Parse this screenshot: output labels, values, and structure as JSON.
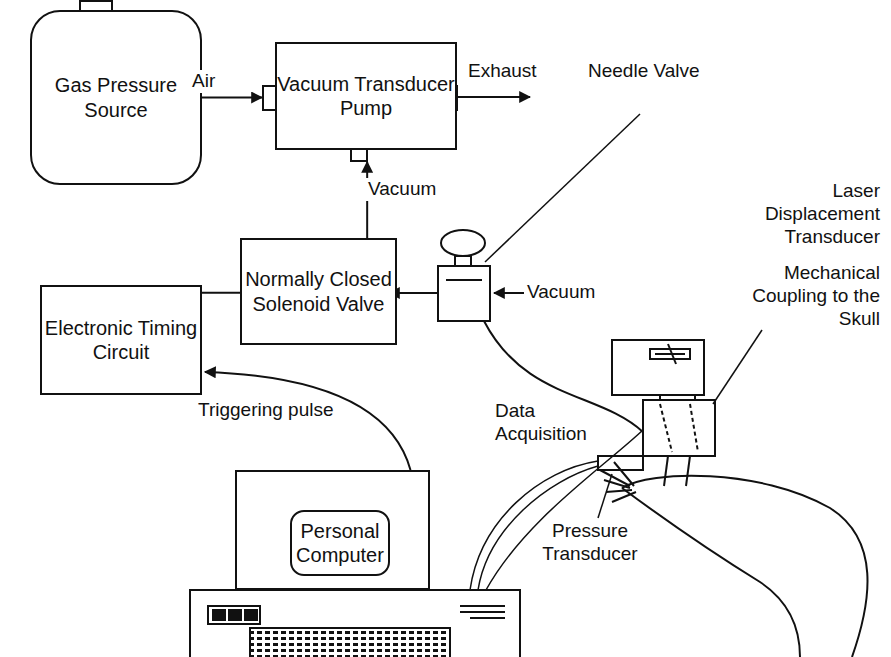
{
  "diagram": {
    "nodes": [
      {
        "text": [
          "Gas Pressure Source"
        ]
      },
      {
        "text": [
          "Vacuum Transducer Pump"
        ]
      },
      {
        "text": [
          "Normally Closed Solenoid Valve"
        ]
      },
      {
        "text": [
          "Electronic Timing Circuit"
        ]
      },
      {
        "text": [
          "Personal Computer"
        ]
      }
    ],
    "edges": [
      {
        "from": 0,
        "to": 1,
        "label": "Air",
        "arrow": "to"
      },
      {
        "from": 2,
        "to": 1,
        "label": "Vacuum",
        "arrow": "to"
      },
      {
        "from": 3,
        "to": 2,
        "arrow": "none"
      },
      {
        "from": 4,
        "to": 3,
        "label": "Triggering pulse",
        "arrow": "to"
      }
    ],
    "labels": [
      "Exhaust",
      "Needle Valve",
      "Vacuum",
      "Laser Displacement Transducer",
      "Mechanical Coupling to the Skull",
      "Data Acquisition",
      "Pressure Transducer"
    ]
  }
}
